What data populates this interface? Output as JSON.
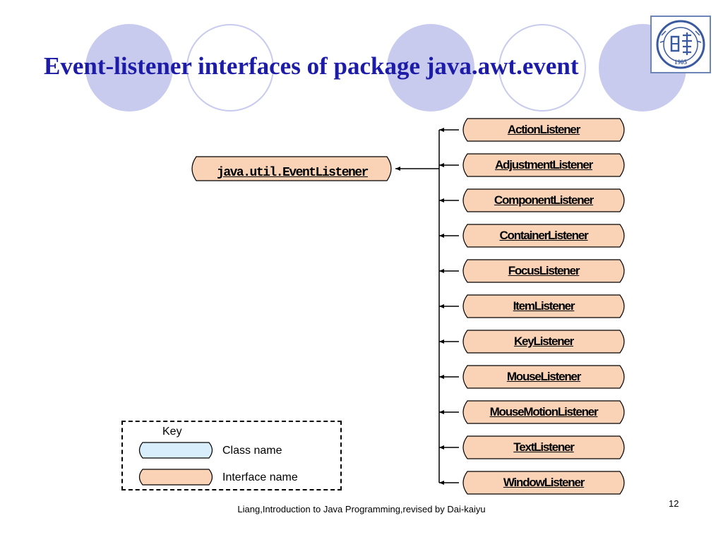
{
  "slide": {
    "title": "Event-listener interfaces of package java.awt.event",
    "footer": "Liang,Introduction to Java Programming,revised by Dai-kaiyu",
    "page_number": "12",
    "logo_text": "1905",
    "colors": {
      "title": "#1c1ca8",
      "circle": "#c9cbee",
      "interface_fill": "#fad2b6",
      "class_fill": "#d8eefc"
    }
  },
  "diagram": {
    "root": "java.util.EventListener",
    "interfaces": [
      "ActionListener",
      "AdjustmentListener",
      "ComponentListener",
      "ContainerListener",
      "FocusListener",
      "ItemListener",
      "KeyListener",
      "MouseListener",
      "MouseMotionListener",
      "TextListener",
      "WindowListener"
    ]
  },
  "key": {
    "title": "Key",
    "class_label": "Class name",
    "interface_label": "Interface name"
  }
}
